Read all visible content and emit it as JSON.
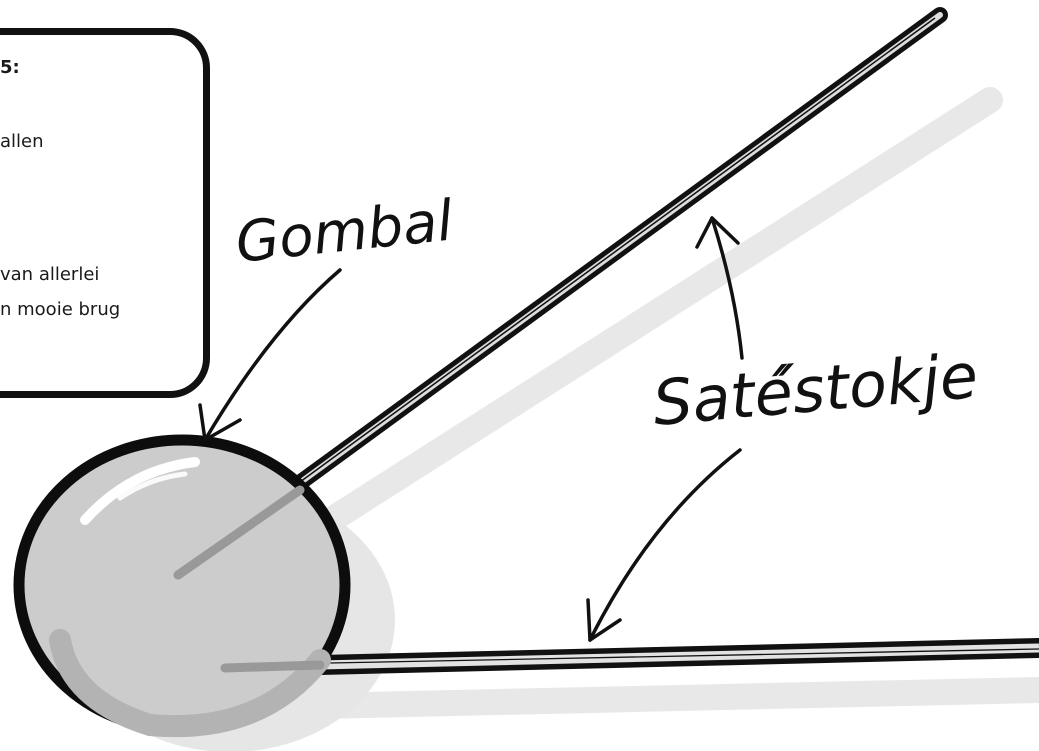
{
  "info_box": {
    "heading_fragment": "5:",
    "line_1": "allen",
    "line_2": "van allerlei",
    "line_3": "n mooie brug"
  },
  "labels": {
    "gumball": "Gombal",
    "skewer": "Saté́stokje"
  },
  "colors": {
    "ink": "#111111",
    "ball_fill": "#cccccc",
    "shadow": "#e6e6e6",
    "stick_fill": "#e0e0e0"
  }
}
